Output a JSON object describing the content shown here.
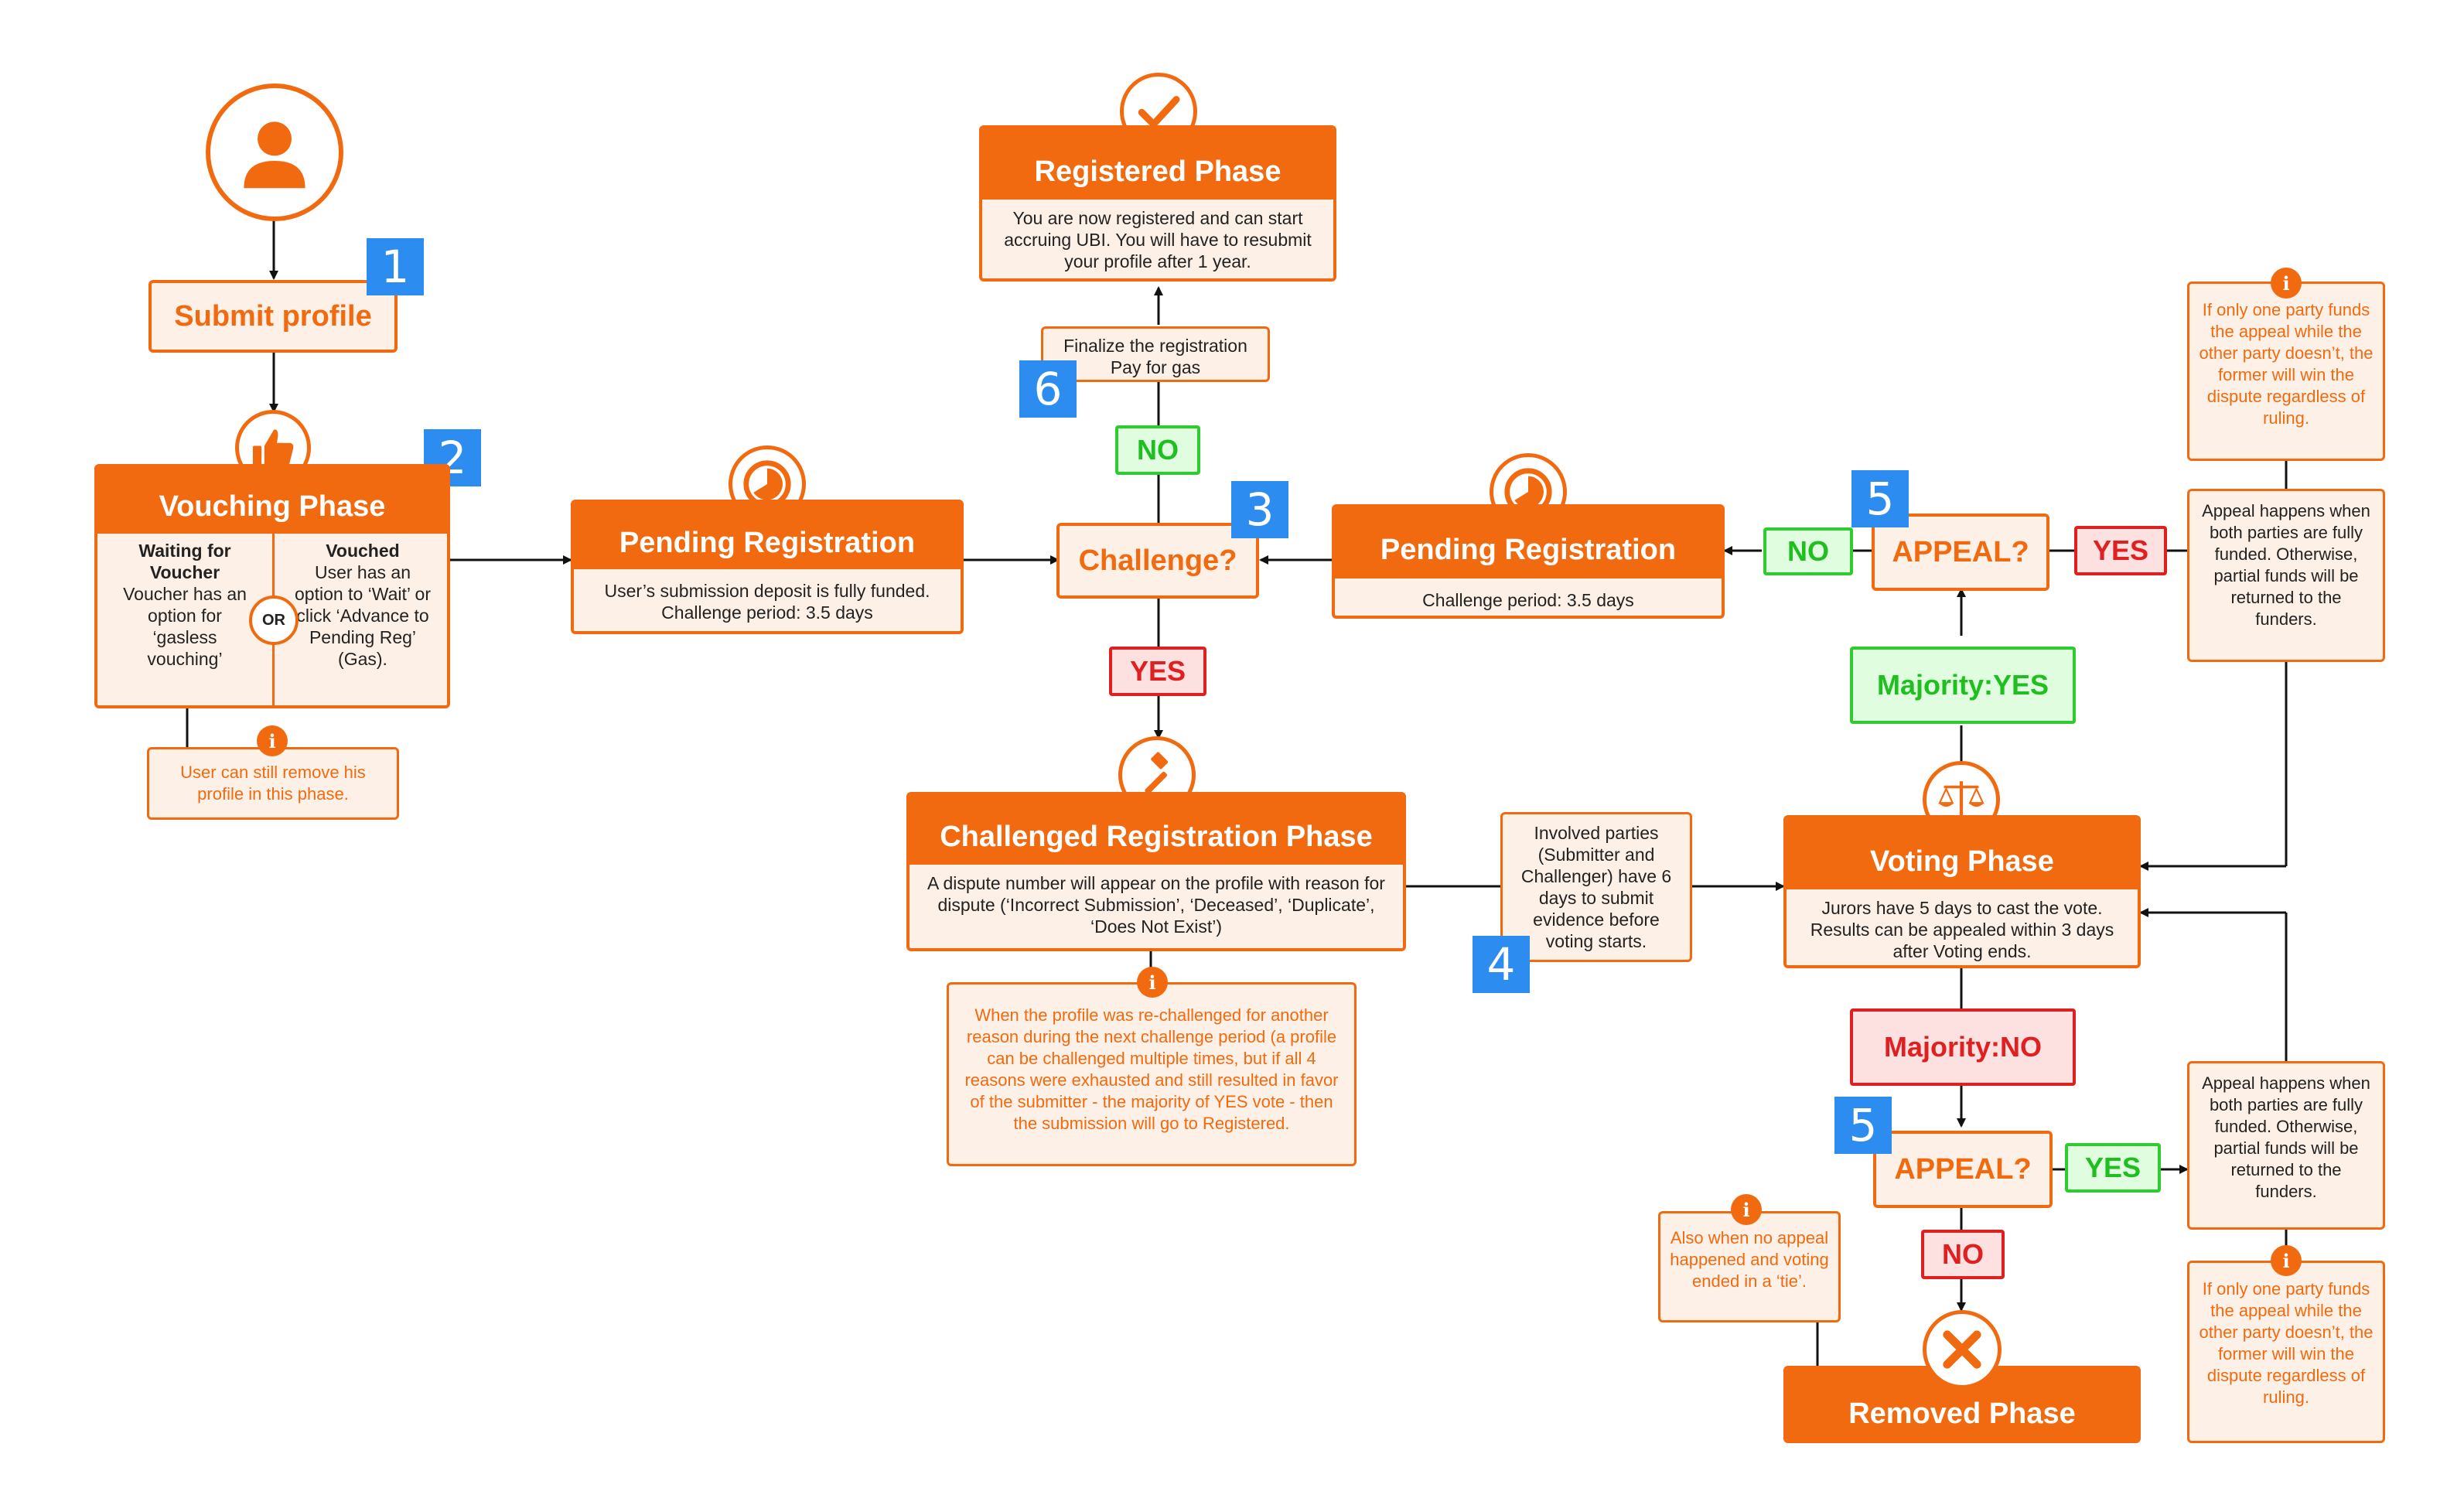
{
  "colors": {
    "accent": "#f26a10",
    "step_blue": "#2d8cf0",
    "yes_red": "#e02020",
    "no_green": "#2ecc2e",
    "panel_bg": "#fdf0e6"
  },
  "steps": {
    "s1": "1",
    "s2": "2",
    "s3": "3",
    "s4": "4",
    "s5a": "5",
    "s5b": "5",
    "s6": "6"
  },
  "submit": {
    "label": "Submit profile"
  },
  "vouching": {
    "title": "Vouching Phase",
    "left_title": "Waiting for Voucher",
    "left_text": "Voucher has an option for ‘gasless vouching’",
    "or": "OR",
    "right_title": "Vouched",
    "right_text": "User has an option to ‘Wait’ or click ‘Advance to Pending Reg’ (Gas).",
    "note": "User can still remove his profile in this phase."
  },
  "pending1": {
    "title": "Pending Registration",
    "text": "User’s submission deposit is fully funded. Challenge period: 3.5 days"
  },
  "challenge": {
    "label": "Challenge?",
    "yes": "YES",
    "no": "NO"
  },
  "finalize": {
    "text": "Finalize the registration Pay for gas"
  },
  "registered": {
    "title": "Registered Phase",
    "text": "You are now registered and can start accruing UBI. You will have to resubmit your profile after 1 year."
  },
  "challenged": {
    "title": "Challenged Registration Phase",
    "text": "A dispute number will appear on the profile with reason for dispute (‘Incorrect Submission’, ‘Deceased’, ‘Duplicate’, ‘Does Not Exist’)",
    "note": "When the profile was re-challenged for another reason during the next challenge period (a profile can be challenged multiple times, but if all 4 reasons were exhausted and still resulted in favor of the submitter - the majority of YES vote - then the submission will go to Registered."
  },
  "evidence": {
    "text": "Involved parties (Submitter and Challenger) have 6 days to submit evidence before voting starts."
  },
  "pending2": {
    "title": "Pending Registration",
    "text": "Challenge period: 3.5 days"
  },
  "appeal_top": {
    "label": "APPEAL?",
    "yes": "YES",
    "no": "NO"
  },
  "majority_yes": "Majority:YES",
  "majority_no": "Majority:NO",
  "voting": {
    "title": "Voting Phase",
    "text": "Jurors have 5 days to cast the vote. Results can be appealed within 3 days after Voting ends."
  },
  "appeal_bottom": {
    "label": "APPEAL?",
    "yes": "YES",
    "no": "NO"
  },
  "removed": {
    "title": "Removed Phase",
    "note": "Also when no appeal happened and voting ended in a ‘tie’."
  },
  "appeal_notes": {
    "one_party": "If only one party funds the appeal while the other party doesn’t, the former will win the dispute regardless of ruling.",
    "funded": "Appeal happens when both parties are fully funded. Otherwise, partial funds will be returned to the funders."
  },
  "icons": [
    "user-icon",
    "thumbs-up-icon",
    "clock-icon",
    "check-icon",
    "gavel-icon",
    "scales-icon",
    "cross-icon",
    "info-icon"
  ]
}
